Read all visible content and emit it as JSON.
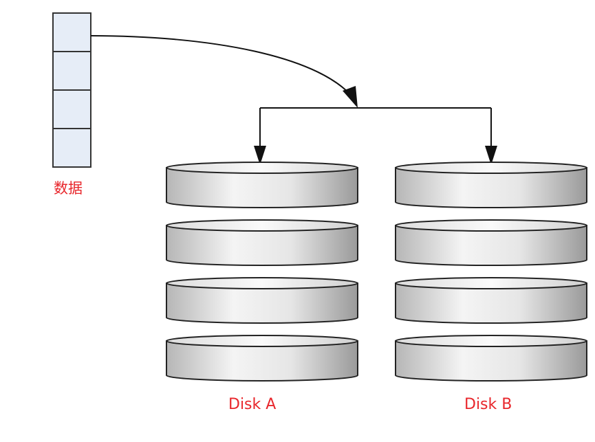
{
  "labels": {
    "data": "数据",
    "disk_a": "Disk A",
    "disk_b": "Disk B"
  },
  "data_block": {
    "cell_count": 4,
    "fill_color": "#e6edf7",
    "stroke_color": "#333333"
  },
  "disks": [
    {
      "name": "Disk A",
      "platter_count": 4
    },
    {
      "name": "Disk B",
      "platter_count": 4
    }
  ],
  "colors": {
    "label": "#e8262b",
    "arrow": "#111111",
    "platter_stroke": "#222222"
  }
}
